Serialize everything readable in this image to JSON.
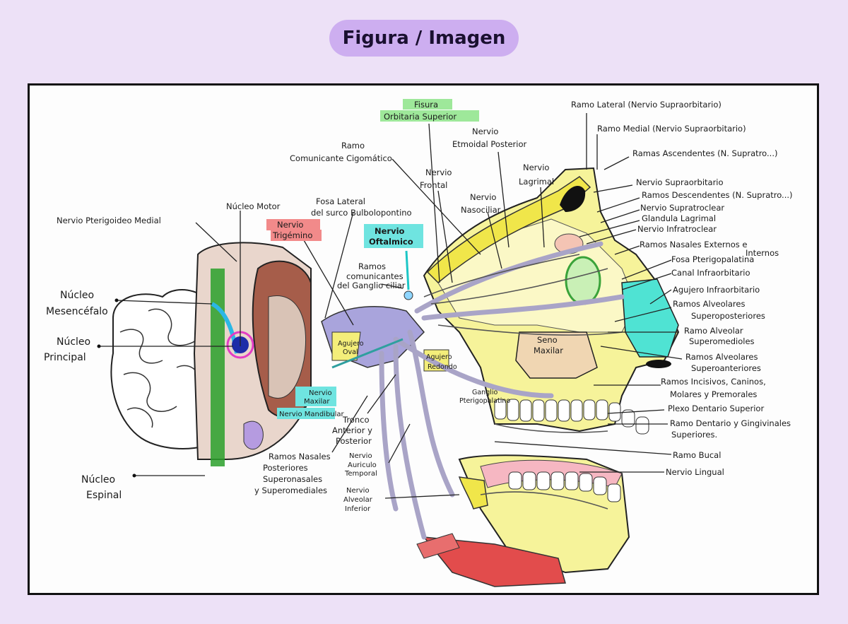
{
  "header": {
    "title": "Figura / Imagen"
  },
  "colors": {
    "background": "#ede1f7",
    "title_pill": "#cdaef0",
    "nerve_yellow": "#f4ee7a",
    "nerve_gray": "#a9a4c7",
    "highlight_green": "#9ee89a",
    "highlight_pink": "#f28a8a",
    "highlight_cyan": "#6fe4e0",
    "brain_brown": "#b47a6a",
    "muscle_red": "#e24c4c"
  },
  "labels": {
    "fisura": "Fisura",
    "orbitaria": "Orbitaria Superior",
    "ramo_comunicante_1": "Ramo",
    "ramo_comunicante_2": "Comunicante Cigomático",
    "nervio_etmoidal_1": "Nervio",
    "nervio_etmoidal_2": "Etmoidal Posterior",
    "nervio_frontal_1": "Nervio",
    "nervio_frontal_2": "Frontal",
    "nervio_lagrimal_1": "Nervio",
    "nervio_lagrimal_2": "Lagrimal",
    "nervio_nasociliar_1": "Nervio",
    "nervio_nasociliar_2": "Nasociliar",
    "ramo_lateral": "Ramo Lateral (Nervio Supraorbitario)",
    "ramo_medial": "Ramo Medial (Nervio Supraorbitario)",
    "ramos_ascendentes": "Ramas Ascendentes (N. Supratro...)",
    "nervio_supraorbitario": "Nervio Supraorbitario",
    "ramos_descendentes": "Ramos Descendentes (N. Supratro...)",
    "nervio_supratroclear": "Nervio Supratroclear",
    "glandula_lagrimal": "Glandula Lagrimal",
    "nervio_infratroclear": "Nervio Infratroclear",
    "ramos_nasales_ext_1": "Ramos Nasales Externos e",
    "ramos_nasales_ext_2": "Internos",
    "fosa_pterigopalatina": "Fosa Pterigopalatina",
    "canal_infraorbitario": "Canal Infraorbitario",
    "agujero_infraorbitario": "Agujero Infraorbitario",
    "ramos_alv_sp_1": "Ramos Alveolares",
    "ramos_alv_sp_2": "Superoposteriores",
    "ramo_alv_sm_1": "Ramo Alveolar",
    "ramo_alv_sm_2": "Superomedioles",
    "ramos_alv_sa_1": "Ramos Alveolares",
    "ramos_alv_sa_2": "Superoanteriores",
    "ramos_incisivos_1": "Ramos Incisivos, Caninos,",
    "ramos_incisivos_2": "Molares y Premorales",
    "plexo_dentario": "Plexo Dentario Superior",
    "ramo_dentario_1": "Ramo Dentario y Gingivinales",
    "ramo_dentario_2": "Superiores.",
    "ramo_bucal": "Ramo Bucal",
    "nervio_lingual": "Nervio Lingual",
    "nervio_pterigoideo": "Nervio Pterigoideo Medial",
    "nucleo_motor": "Núcleo Motor",
    "fosa_lateral_1": "Fosa Lateral",
    "fosa_lateral_2": "del surco Bulbolopontino",
    "nervio_trigemino_1": "Nervio",
    "nervio_trigemino_2": "Trigémino",
    "nervio_oftalmico_1": "Nervio",
    "nervio_oftalmico_2": "Oftalmico",
    "ramos_comunicantes_1": "Ramos",
    "ramos_comunicantes_2": "comunicantes",
    "ramos_comunicantes_3": "del Ganglio ciliar",
    "nucleo_mesencefalo_1": "Núcleo",
    "nucleo_mesencefalo_2": "Mesencéfalo",
    "nucleo_principal_1": "Núcleo",
    "nucleo_principal_2": "Principal",
    "nucleo_espinal_1": "Núcleo",
    "nucleo_espinal_2": "Espinal",
    "seno_maxilar_1": "Seno",
    "seno_maxilar_2": "Maxilar",
    "agujero_oval_1": "Agujero",
    "agujero_oval_2": "Oval",
    "agujero_redondo_1": "Agujero",
    "agujero_redondo_2": "Redondo",
    "ganglio_pterigo_1": "Ganglio",
    "ganglio_pterigo_2": "Pterigopalatino",
    "nervio_maxilar_1": "Nervio",
    "nervio_maxilar_2": "Maxilar",
    "nervio_mandibular": "Nervio Mandibular",
    "tronco_1": "Tronco",
    "tronco_2": "Anterior y",
    "tronco_3": "Posterior",
    "ramos_nasales_post_1": "Ramos Nasales",
    "ramos_nasales_post_2": "Posteriores",
    "ramos_nasales_post_3": "Superonasales",
    "ramos_nasales_post_4": "y Superomediales",
    "nervio_auriculo_1": "Nervio",
    "nervio_auriculo_2": "Auriculo",
    "nervio_auriculo_3": "Temporal",
    "nervio_alveolar_1": "Nervio",
    "nervio_alveolar_2": "Alveolar",
    "nervio_alveolar_3": "Inferior"
  }
}
